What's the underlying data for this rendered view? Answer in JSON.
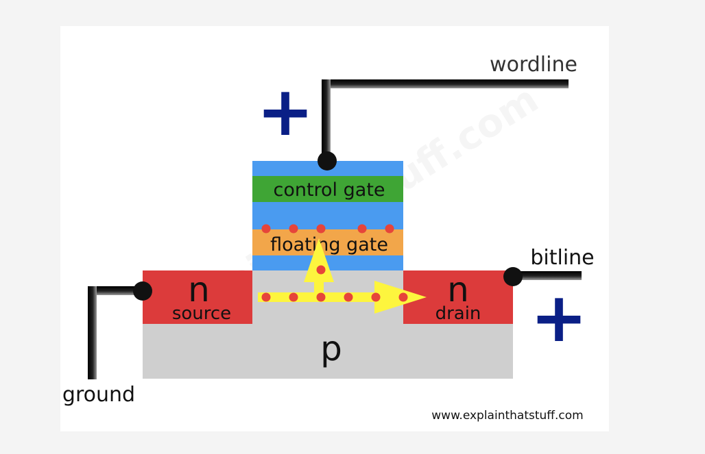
{
  "labels": {
    "wordline": "wordline",
    "bitline": "bitline",
    "ground": "ground",
    "control_gate": "control gate",
    "floating_gate": "floating gate",
    "source_type": "n",
    "source": "source",
    "drain_type": "n",
    "drain": "drain",
    "substrate": "p",
    "credit": "www.explainthatstuff.com",
    "watermark": "explainthatstuff.com"
  },
  "symbols": {
    "wordline_polarity": "+",
    "bitline_polarity": "+"
  },
  "colors": {
    "background": "#ffffff",
    "oxide_blue": "#4a9bf0",
    "control_gate_green": "#3fa535",
    "floating_gate_orange": "#f2a64a",
    "n_region_red": "#dc3b3b",
    "p_substrate_gray": "#cfcfcf",
    "electron_red": "#e6443a",
    "arrow_yellow": "#fdf53e",
    "wire_black": "#111111",
    "plus_navy": "#0a1f86"
  }
}
